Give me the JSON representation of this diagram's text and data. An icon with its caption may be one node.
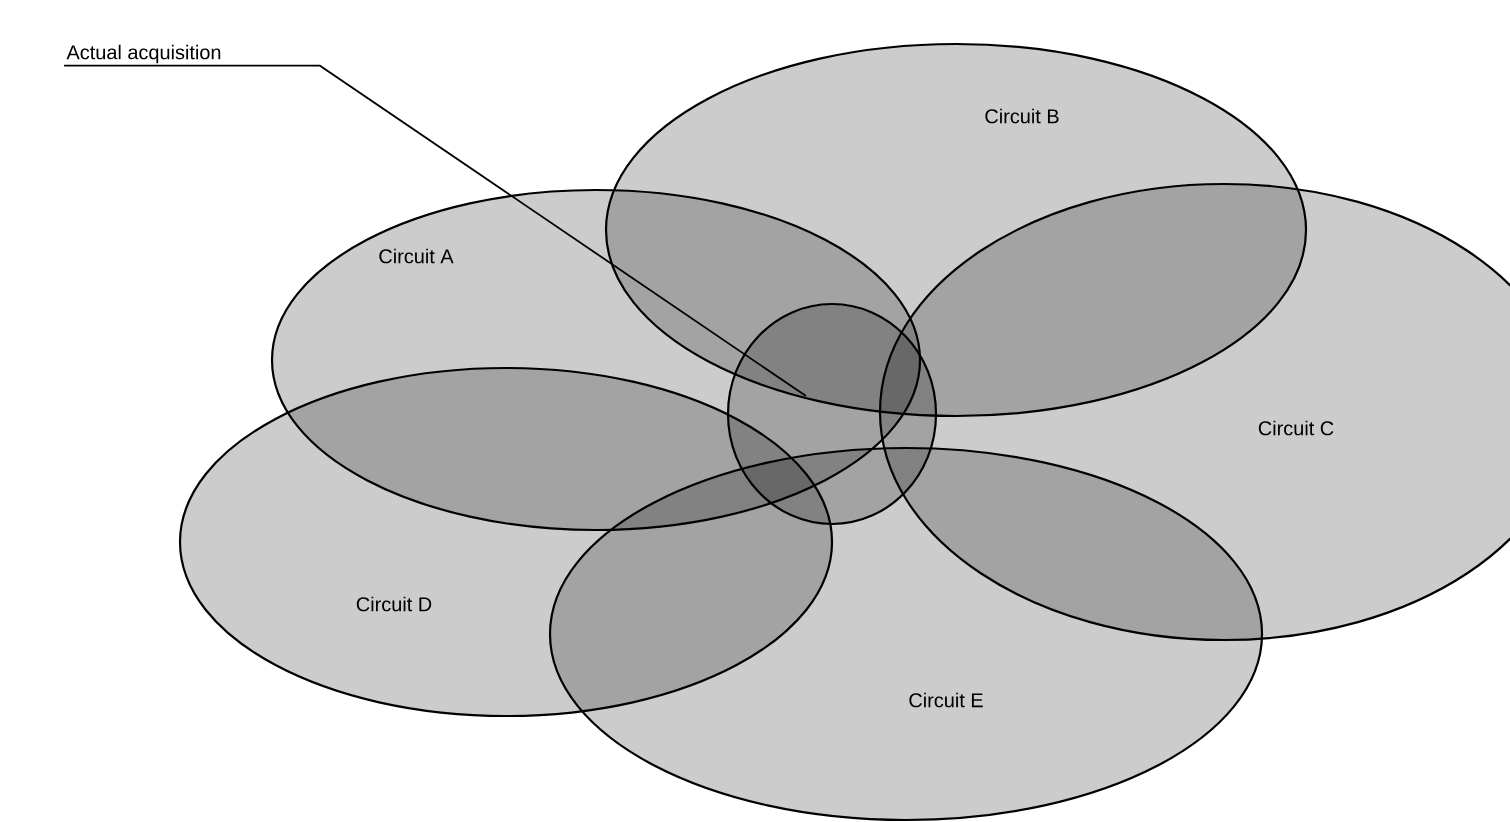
{
  "diagram": {
    "nodes": [
      {
        "text": [
          "Circuit A"
        ]
      },
      {
        "text": [
          "Circuit B"
        ]
      },
      {
        "text": [
          "Circuit C"
        ]
      },
      {
        "text": [
          "Circuit D"
        ]
      },
      {
        "text": [
          "Circuit E"
        ]
      },
      {
        "text": [
          "Actual acquisition"
        ]
      },
      {
        "text": [],
        "shape": "circle"
      }
    ],
    "edges": [
      {
        "from": 5,
        "to": 6,
        "arrow": "none"
      }
    ]
  }
}
